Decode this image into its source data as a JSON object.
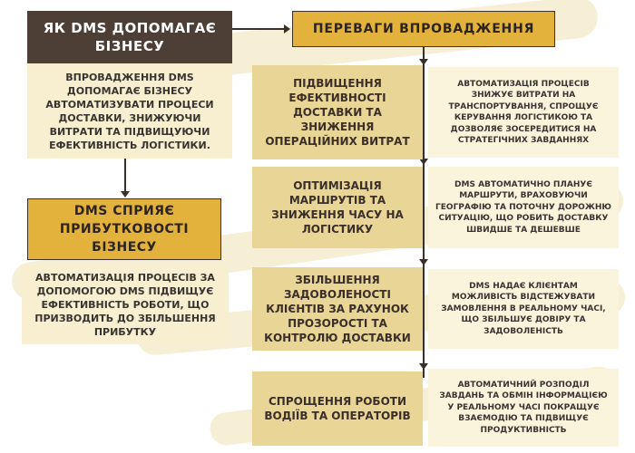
{
  "left": {
    "header": "Як DMS допомагає бізнесу",
    "intro": "Впровадження DMS допомагає бізнесу автоматизувати процеси доставки, знижуючи витрати та підвищуючи ефективність логістики.",
    "profit_title": "DMS сприяє прибутковості бізнесу",
    "profit_text": "Автоматизація процесів за допомогою DMS підвищує ефективність роботи, що призводить до збільшення прибутку"
  },
  "right": {
    "header": "Переваги впровадження",
    "benefits": [
      {
        "title": "Підвищення ефективності доставки та зниження операційних витрат",
        "desc": "Автоматизація процесів знижує витрати на транспортування, спрощує керування логістикою та дозволяє зосередитися на стратегічних завданнях"
      },
      {
        "title": "Оптимізація маршрутів та зниження часу на логістику",
        "desc": "DMS автоматично планує маршрути, враховуючи географію та поточну дорожню ситуацію, що робить доставку швидше та дешевше"
      },
      {
        "title": "Збільшення задоволеності клієнтів за рахунок прозорості та контролю доставки",
        "desc": "DMS надає клієнтам можливість відстежувати замовлення в реальному часі, що збільшує довіру та задоволеність"
      },
      {
        "title": "Спрощення роботи водіїв та операторів",
        "desc": "Автоматичний розподіл завдань та обмін інформацією у реальному часі покращує взаємодію та підвищує продуктивність"
      }
    ]
  },
  "colors": {
    "dark_brown": "#4e3f36",
    "gold": "#e3b23c",
    "tan": "#e9d596",
    "cream": "#f7efd0",
    "brush_stroke": "#f5eccf"
  }
}
